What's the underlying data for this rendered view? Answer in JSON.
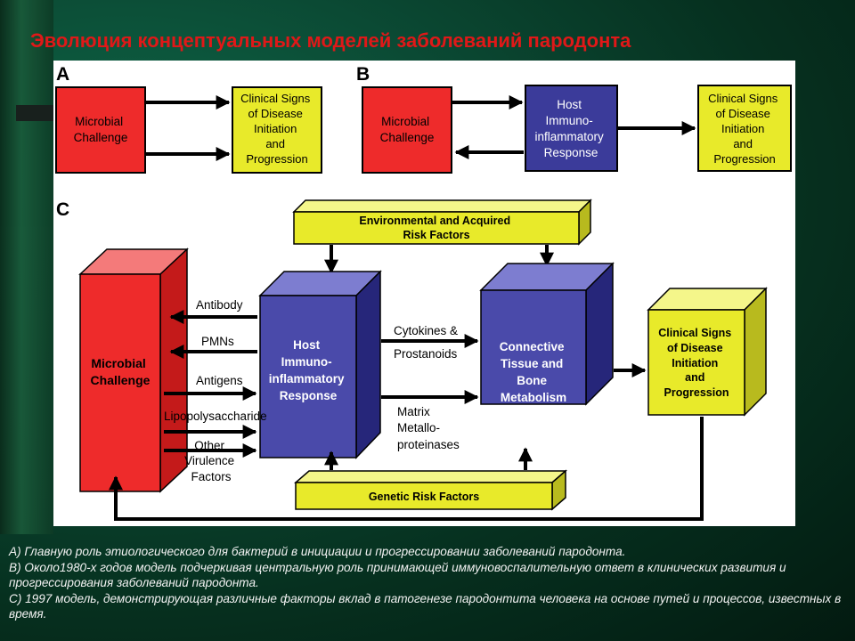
{
  "title": "Эволюция концептуальных моделей заболеваний пародонта",
  "panel_a": {
    "letter": "A",
    "microbial": [
      "Microbial",
      "Challenge"
    ],
    "clinical": [
      "Clinical Signs",
      "of Disease",
      "Initiation",
      "and",
      "Progression"
    ]
  },
  "panel_b": {
    "letter": "B",
    "microbial": [
      "Microbial",
      "Challenge"
    ],
    "host": [
      "Host",
      "Immuno-",
      "inflammatory",
      "Response"
    ],
    "clinical": [
      "Clinical Signs",
      "of Disease",
      "Initiation",
      "and",
      "Progression"
    ]
  },
  "panel_c": {
    "letter": "C",
    "environmental": [
      "Environmental and Acquired",
      "Risk Factors"
    ],
    "microbial": [
      "Microbial",
      "Challenge"
    ],
    "host": [
      "Host",
      "Immuno-",
      "inflammatory",
      "Response"
    ],
    "connective": [
      "Connective",
      "Tissue and",
      "Bone",
      "Metabolism"
    ],
    "clinical": [
      "Clinical Signs",
      "of Disease",
      "Initiation",
      "and",
      "Progression"
    ],
    "genetic": "Genetic Risk Factors",
    "labels": {
      "antibody": "Antibody",
      "pmns": "PMNs",
      "antigens": "Antigens",
      "lps": "Lipopolysaccharide",
      "other": [
        "Other",
        "Virulence",
        "Factors"
      ],
      "cytokines": [
        "Cytokines &",
        "Prostanoids"
      ],
      "matrix": [
        "Matrix",
        "Metallo-",
        "proteinases"
      ]
    }
  },
  "caption": [
    "А) Главную роль этиологического для бактерий в инициации и прогрессировании заболеваний пародонта.",
    "В) Около1980-х годов модель подчеркивая центральную роль принимающей иммуновоспалительную ответ в клинических развития и прогрессирования заболеваний пародонта.",
    "С) 1997 модель, демонстрирующая различные факторы вклад в патогенезе пародонтита человека на основе путей и процессов, известных в время."
  ],
  "colors": {
    "red": "#ee2b2b",
    "yellow": "#e8ea2a",
    "blue": "#3b3b9a",
    "title": "#e01818"
  }
}
